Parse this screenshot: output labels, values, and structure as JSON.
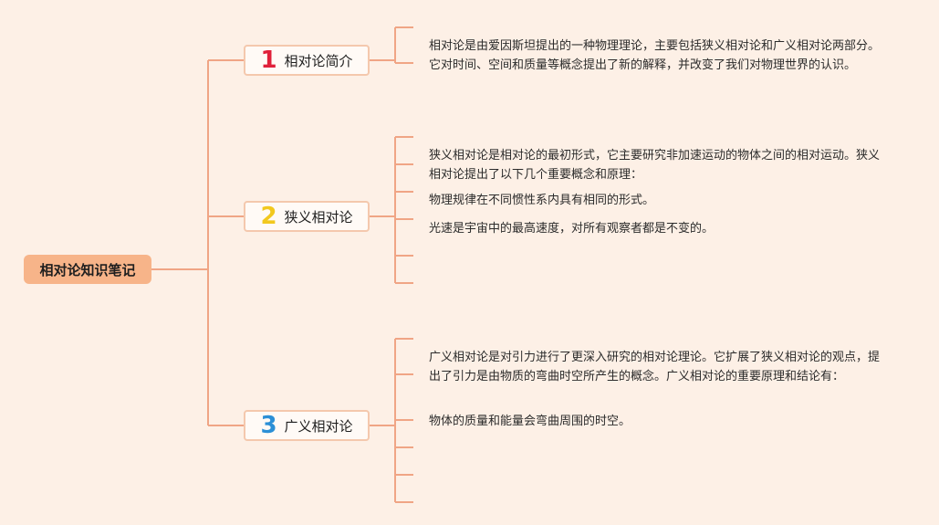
{
  "root": {
    "label": "相对论知识笔记"
  },
  "branches": [
    {
      "number": "1",
      "number_color": "#e0203a",
      "label": "相对论简介",
      "notes": [
        "相对论是由爱因斯坦提出的一种物理理论，主要包括狭义相对论和广义相对论两部分。它对时间、空间和质量等概念提出了新的解释，并改变了我们对物理世界的认识。"
      ]
    },
    {
      "number": "2",
      "number_color": "#f2c81e",
      "label": "狭义相对论",
      "notes": [
        "狭义相对论是相对论的最初形式，它主要研究非加速运动的物体之间的相对运动。狭义相对论提出了以下几个重要概念和原理：",
        "物理规律在不同惯性系内具有相同的形式。",
        "光速是宇宙中的最高速度，对所有观察者都是不变的。"
      ]
    },
    {
      "number": "3",
      "number_color": "#2b8fd6",
      "label": "广义相对论",
      "notes": [
        "广义相对论是对引力进行了更深入研究的相对论理论。它扩展了狭义相对论的观点，提出了引力是由物质的弯曲时空所产生的概念。广义相对论的重要原理和结论有：",
        "物体的质量和能量会弯曲周围的时空。"
      ]
    }
  ],
  "colors": {
    "line": "#f0a585",
    "background": "#fdf0e6"
  }
}
